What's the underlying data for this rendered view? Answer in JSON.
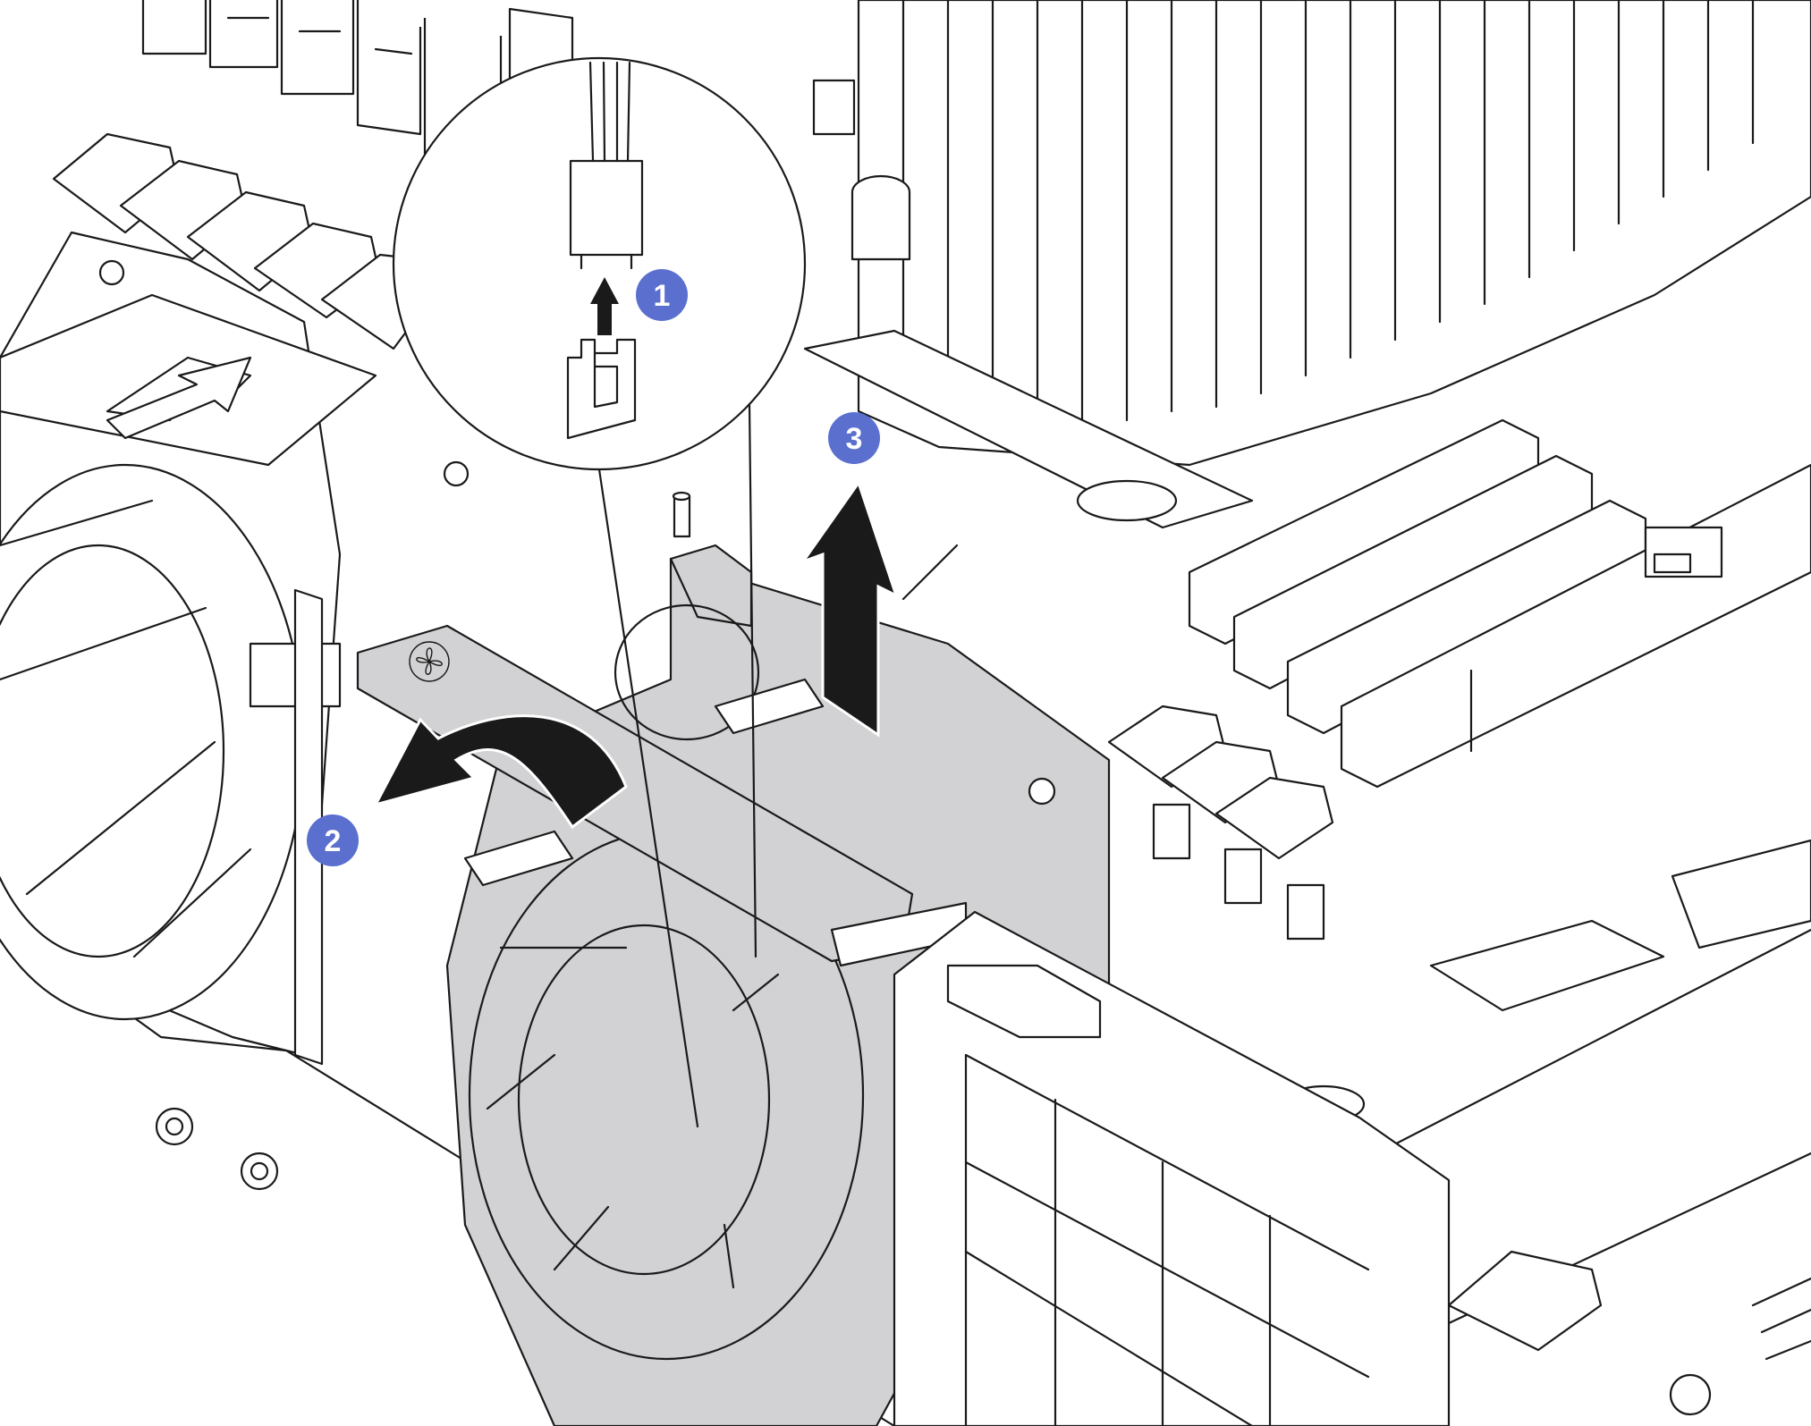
{
  "colors": {
    "callout_badge": "#5b6fcf",
    "highlighted_part": "#d2d2d4",
    "action_arrow": "#1a1a1a",
    "line_art": "#1a1a1a",
    "background": "#ffffff"
  },
  "steps": [
    {
      "number": "1",
      "action": "disconnect-fan-cable",
      "icon": "up-arrow-icon"
    },
    {
      "number": "2",
      "action": "rotate-fan-release-latch",
      "icon": "curved-arrow-icon"
    },
    {
      "number": "3",
      "action": "lift-fan-out",
      "icon": "up-arrow-icon"
    }
  ],
  "latch_icon": "fan-icon"
}
